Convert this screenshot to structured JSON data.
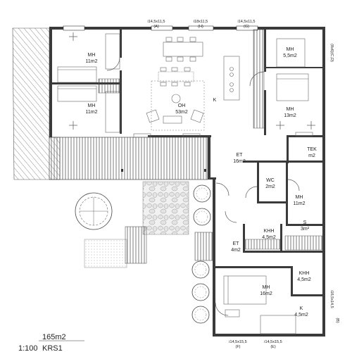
{
  "rooms": [
    {
      "id": "mh-nw",
      "name": "MH",
      "area": "11m2"
    },
    {
      "id": "mh-w",
      "name": "MH",
      "area": "11m2"
    },
    {
      "id": "oh",
      "name": "OH",
      "area": "53m2"
    },
    {
      "id": "k-main",
      "name": "K",
      "area": ""
    },
    {
      "id": "mh-ne",
      "name": "MH",
      "area": "5,5m2"
    },
    {
      "id": "mh-e",
      "name": "MH",
      "area": "13m2"
    },
    {
      "id": "et-upper",
      "name": "ET",
      "area": "16m2"
    },
    {
      "id": "tek",
      "name": "TEK",
      "area": "m2"
    },
    {
      "id": "wc",
      "name": "WC",
      "area": "2m2"
    },
    {
      "id": "mh-mid",
      "name": "MH",
      "area": "11m2"
    },
    {
      "id": "khh-1",
      "name": "KHH",
      "area": "4,5m2"
    },
    {
      "id": "s",
      "name": "S",
      "area": "3m²"
    },
    {
      "id": "et-lower",
      "name": "ET",
      "area": "4m2"
    },
    {
      "id": "mh-s",
      "name": "MH",
      "area": "16m2"
    },
    {
      "id": "khh-2",
      "name": "KHH",
      "area": "4,5m2"
    },
    {
      "id": "k-small",
      "name": "K",
      "area": "4,5m2"
    }
  ],
  "window_labels": {
    "a_size": "i14,5x11,5",
    "a_tag": "(A)",
    "h_size": "i18x11,5",
    "h_tag": "(H)",
    "g_size": "i14,5x11,5",
    "g_tag": "(G)",
    "cd_tag": "(8x6)(C,D)",
    "f_size": "i14,5x15,5",
    "f_tag": "(F)",
    "e_size": "i14,5x15,5",
    "e_tag": "(E)",
    "b_size": "i16,5x14,5",
    "b_tag": "(B)"
  },
  "footer": {
    "area_total": "165m2",
    "scale": "1:100",
    "drawing_id": "KRS1"
  }
}
